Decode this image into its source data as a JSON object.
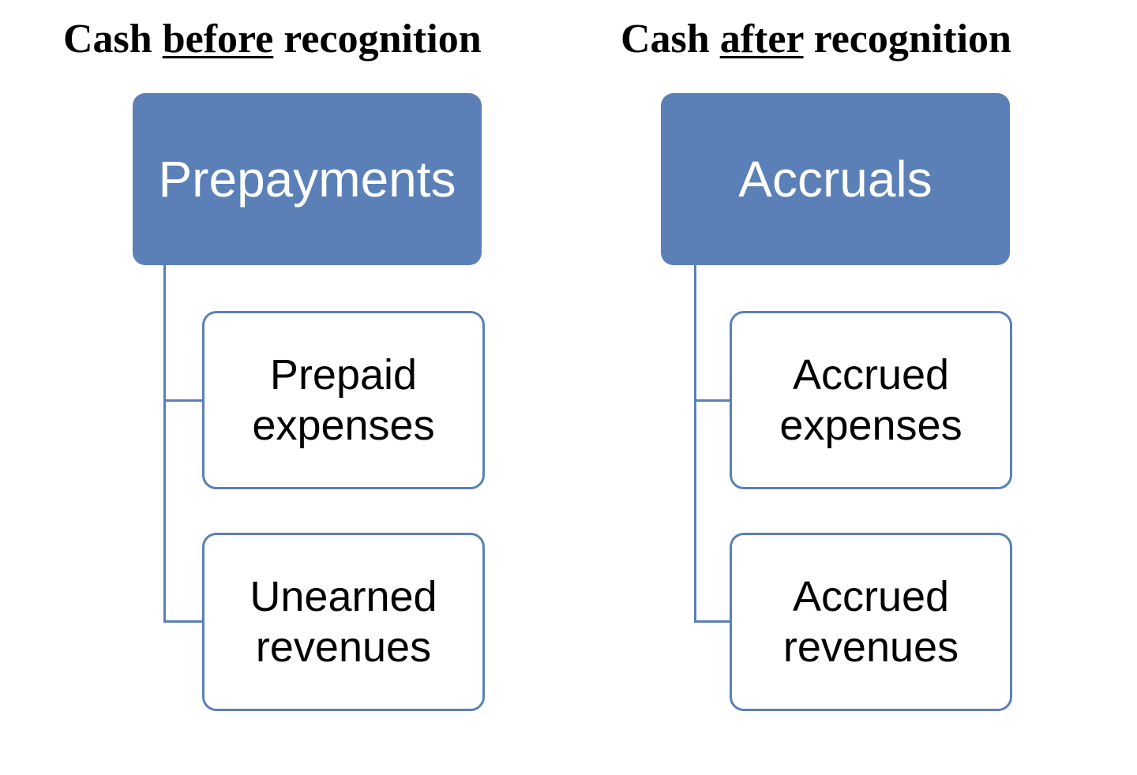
{
  "headings": {
    "left": {
      "before": "Cash ",
      "underlined": "before",
      "after": " recognition"
    },
    "right": {
      "before": "Cash ",
      "underlined": "after",
      "after": " recognition"
    }
  },
  "groups": [
    {
      "title": "Prepayments",
      "children": [
        {
          "line1": "Prepaid",
          "line2": "expenses"
        },
        {
          "line1": "Unearned",
          "line2": "revenues"
        }
      ]
    },
    {
      "title": "Accruals",
      "children": [
        {
          "line1": "Accrued",
          "line2": "expenses"
        },
        {
          "line1": "Accrued",
          "line2": "revenues"
        }
      ]
    }
  ],
  "colors": {
    "box_fill": "#5b80b8",
    "box_border": "#5b80b8",
    "text_light": "#ffffff",
    "text_dark": "#000000"
  }
}
